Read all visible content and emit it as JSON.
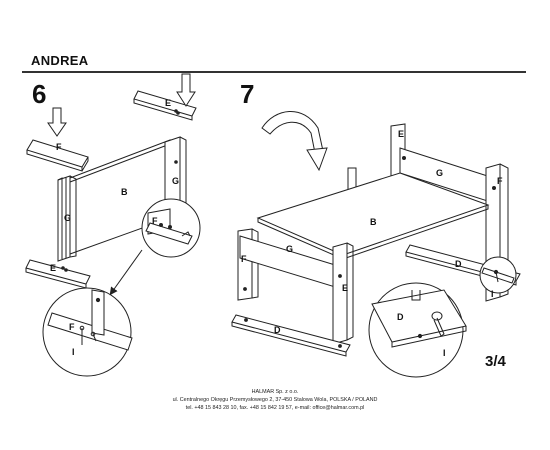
{
  "header": {
    "title": "ANDREA"
  },
  "steps": {
    "step_a": "6",
    "step_b": "7"
  },
  "labels": {
    "b": "B",
    "d": "D",
    "e": "E",
    "f": "F",
    "g": "G",
    "i": "I"
  },
  "page_number": "3/4",
  "footer": {
    "company": "HALMAR Sp. z o.o.",
    "address": "ul. Centralnego Okręgu Przemysłowego 2, 37-450 Stalowa Wola, POLSKA / POLAND",
    "contact": "tel. +48 15 843 28 10, fax. +48 15 842 19 57, e-mail: office@halmar.com.pl"
  }
}
